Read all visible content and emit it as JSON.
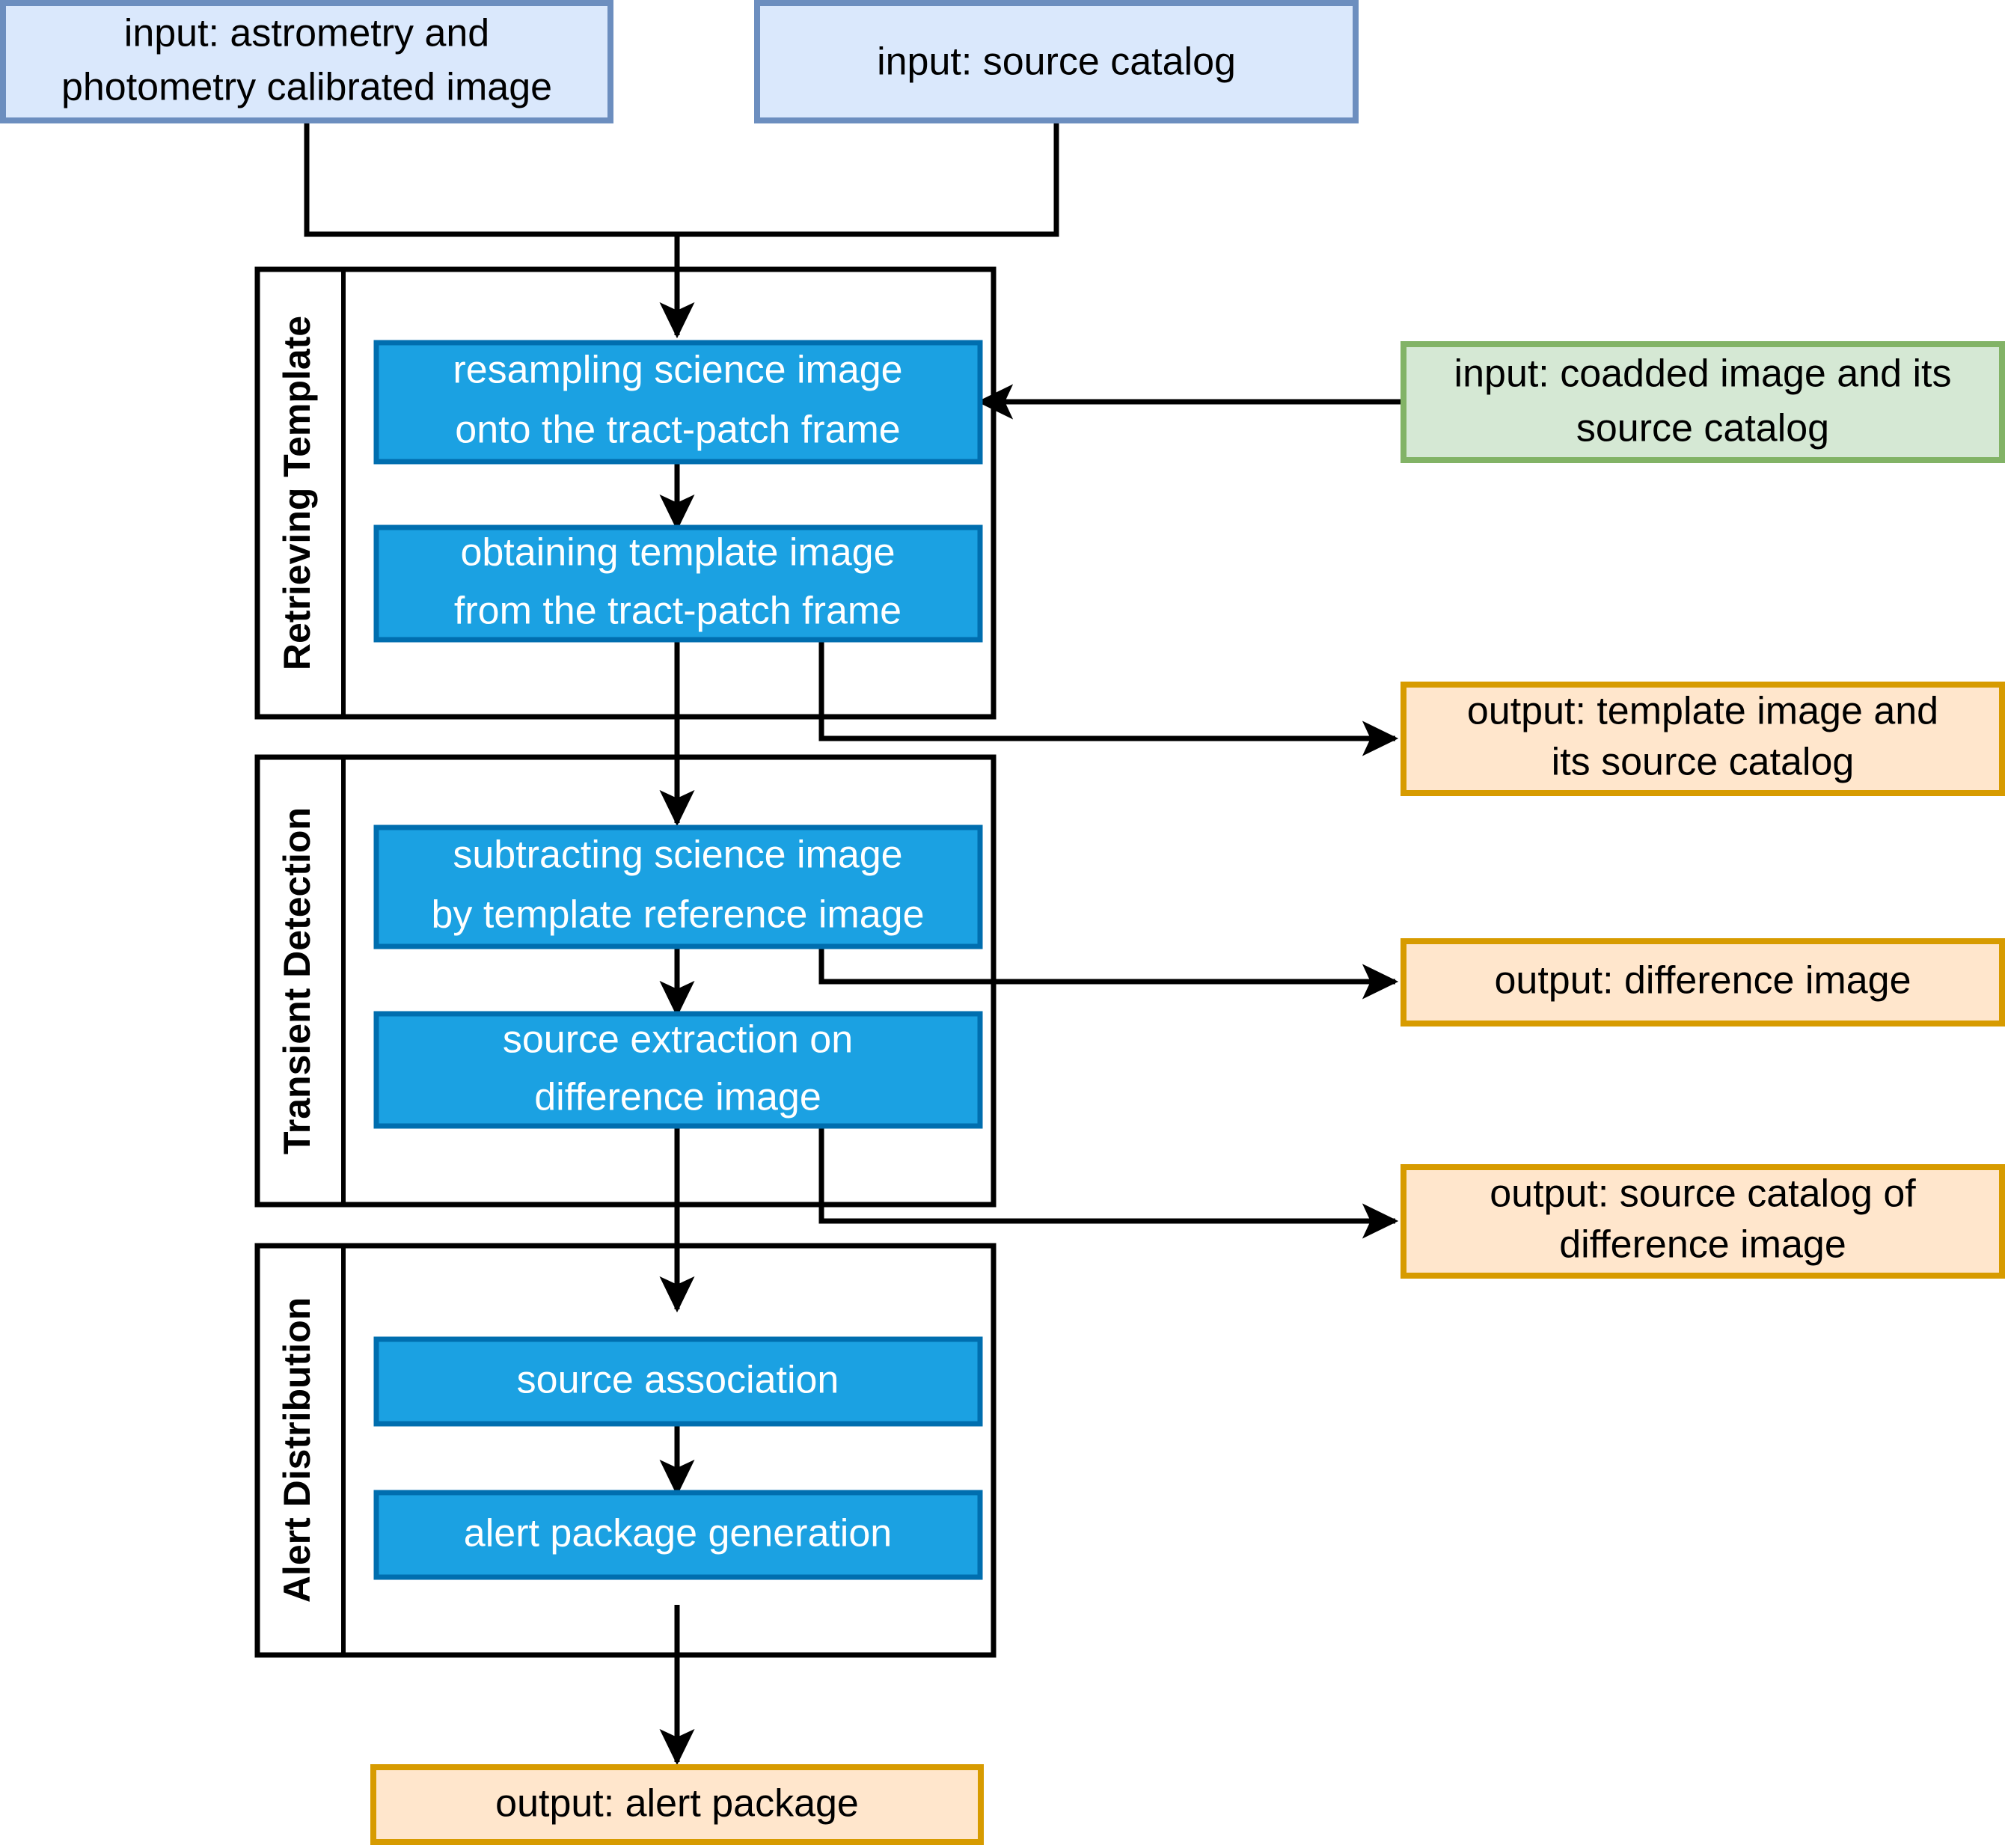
{
  "diagram": {
    "title": "Transient detection pipeline flowchart",
    "colors": {
      "input_fill": "#DAE8FC",
      "input_stroke": "#6C8EBF",
      "process_fill": "#1BA1E2",
      "process_stroke": "#006EAF",
      "output_fill": "#FFE6CC",
      "output_stroke": "#D79B00",
      "coadd_fill": "#D5E8D4",
      "coadd_stroke": "#82B366",
      "edge": "#000000",
      "lane_border": "#000000",
      "process_text": "#FFFFFF",
      "node_text": "#000000"
    },
    "inputs": [
      {
        "id": "input-calibrated-image",
        "line1": "input: astrometry and",
        "line2": "photometry calibrated image"
      },
      {
        "id": "input-source-catalog",
        "line1": "input: source catalog",
        "line2": ""
      },
      {
        "id": "input-coadded-image",
        "line1": "input: coadded image and its",
        "line2": "source catalog"
      }
    ],
    "lanes": [
      {
        "id": "lane-retrieving-template",
        "label": "Retrieving Template",
        "steps": [
          {
            "id": "step-resampling",
            "line1": "resampling science image",
            "line2": "onto the tract-patch frame"
          },
          {
            "id": "step-obtaining-template",
            "line1": "obtaining template image",
            "line2": "from the tract-patch frame"
          }
        ]
      },
      {
        "id": "lane-transient-detection",
        "label": "Transient Detection",
        "steps": [
          {
            "id": "step-subtracting",
            "line1": "subtracting science image",
            "line2": "by template reference image"
          },
          {
            "id": "step-source-extraction",
            "line1": "source extraction on",
            "line2": "difference image"
          }
        ]
      },
      {
        "id": "lane-alert-distribution",
        "label": "Alert Distribution",
        "steps": [
          {
            "id": "step-source-association",
            "line1": "source association",
            "line2": ""
          },
          {
            "id": "step-alert-package-generation",
            "line1": "alert package generation",
            "line2": ""
          }
        ]
      }
    ],
    "outputs": [
      {
        "id": "output-template-image",
        "line1": "output: template image and",
        "line2": "its source catalog"
      },
      {
        "id": "output-difference-image",
        "line1": "output: difference image",
        "line2": ""
      },
      {
        "id": "output-difference-catalog",
        "line1": "output: source catalog of",
        "line2": "difference image"
      },
      {
        "id": "output-alert-package",
        "line1": "output: alert package",
        "line2": ""
      }
    ]
  }
}
